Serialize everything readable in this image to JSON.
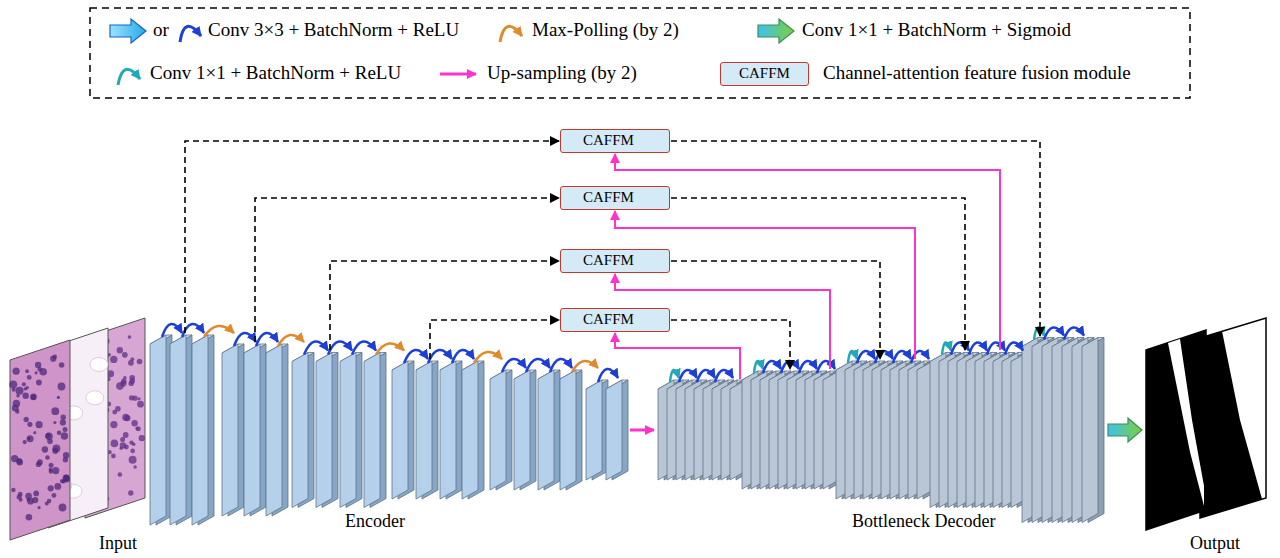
{
  "diagram": {
    "nodes": [
      {
        "text": [
          "CAFFM"
        ]
      },
      {
        "text": [
          "CAFFM"
        ]
      },
      {
        "text": [
          "CAFFM"
        ]
      },
      {
        "text": [
          "CAFFM"
        ]
      }
    ],
    "labels": [
      "or",
      "CAFFM",
      "Input",
      "Encoder",
      "Bottleneck Decoder",
      "Output"
    ],
    "legend": [
      {
        "text": "Conv 3×3 + BatchNorm + ReLU"
      },
      {
        "text": "Max-Polling (by 2)"
      },
      {
        "text": "Conv 1×1 + BatchNorm + Sigmoid"
      },
      {
        "text": "Conv 1×1 + BatchNorm + ReLU"
      },
      {
        "text": "Up-sampling (by 2)"
      },
      {
        "text": "Channel-attention feature fusion module"
      }
    ]
  }
}
